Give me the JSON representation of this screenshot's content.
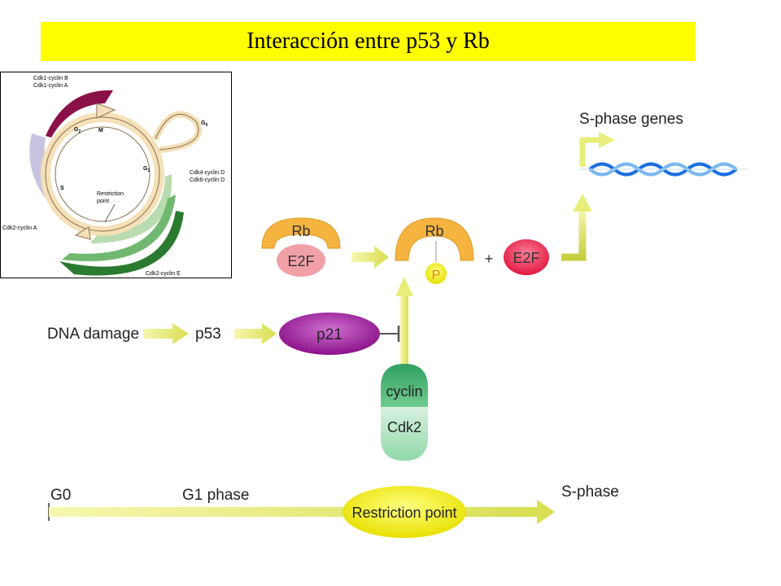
{
  "title": "Interacción entre p53 y Rb",
  "cycle": {
    "phases": {
      "g2": "G",
      "g2_sub": "2",
      "m": "M",
      "g1": "G",
      "g1_sub": "1",
      "s": "S",
      "g0": "G",
      "g0_sub": "0"
    },
    "restriction_line1": "Restriction",
    "restriction_line2": "point",
    "cdk1_b": "Cdk1-cyclin B",
    "cdk1_a": "Cdk1-cyclin A",
    "cdk4_d": "Cdk4-cyclin D",
    "cdk6_d": "Cdk6-cyclin D",
    "cdk2_a": "Cdk2-cyclin A",
    "cdk2_e": "Cdk2-cyclin E"
  },
  "pathway": {
    "s_phase_genes": "S-phase genes",
    "rb": "Rb",
    "e2f": "E2F",
    "rb2": "Rb",
    "p": "P",
    "plus": "+",
    "e2f_free": "E2F",
    "dna_damage": "DNA damage",
    "p53": "p53",
    "p21": "p21",
    "cyclin": "cyclin",
    "cdk2": "Cdk2"
  },
  "timeline": {
    "g0": "G0",
    "g1_phase": "G1 phase",
    "s_phase": "S-phase",
    "restriction_point": "Restriction point"
  },
  "colors": {
    "title_bg": "#ffff00",
    "arrow_yellow": "#e8ee7a",
    "rb_orange": "#f5b340",
    "e2f_pink": "#f2a0a8",
    "e2f_red": "#ee3a5a",
    "p21_purple": "#a020a0",
    "cyclin_green": "#40b070",
    "dna_blue": "#1a6fe0"
  }
}
